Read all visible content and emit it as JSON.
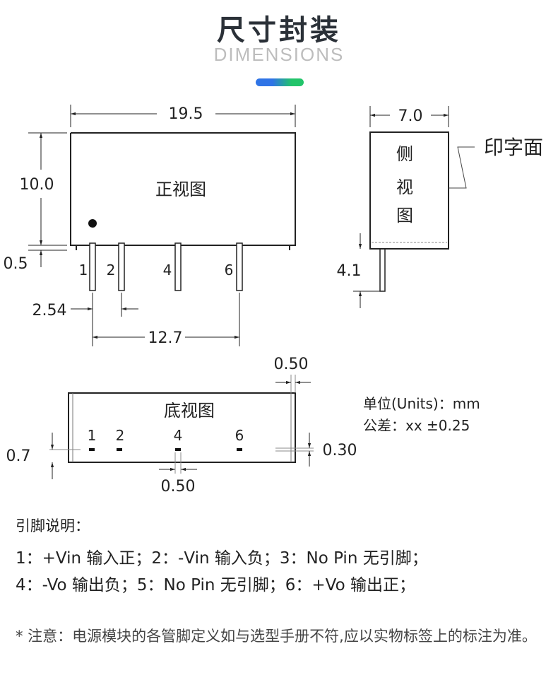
{
  "header": {
    "title": "尺寸封装",
    "subtitle": "DIMENSIONS",
    "accent_colors": [
      "#2f74e6",
      "#22c46a"
    ]
  },
  "front_view": {
    "label": "正视图",
    "width": "19.5",
    "height": "10.0",
    "standoff": "0.5",
    "pin_pitch": "2.54",
    "pin_span": "12.7",
    "pins": [
      "1",
      "2",
      "4",
      "6"
    ]
  },
  "side_view": {
    "label": [
      "侧",
      "视",
      "图"
    ],
    "width": "7.0",
    "pin_length": "4.1",
    "marking_face": "印字面"
  },
  "bottom_view": {
    "label": "底视图",
    "pins": [
      "1",
      "2",
      "4",
      "6"
    ],
    "edge_offset": "0.7",
    "pin_width": "0.50",
    "wall": "0.50",
    "pin_thickness": "0.30"
  },
  "units": {
    "unit_text": "单位(Units)：mm",
    "tolerance_text": "公差：xx ±0.25"
  },
  "pin_description": {
    "title": "引脚说明：",
    "line1": "1：+Vin 输入正；2：-Vin 输入负；3：No Pin 无引脚；",
    "line2": "4：-Vo 输出负；5：No Pin 无引脚；6：+Vo 输出正；"
  },
  "notice": "* 注意：电源模块的各管脚定义如与选型手册不符,应以实物标签上的标注为准。"
}
